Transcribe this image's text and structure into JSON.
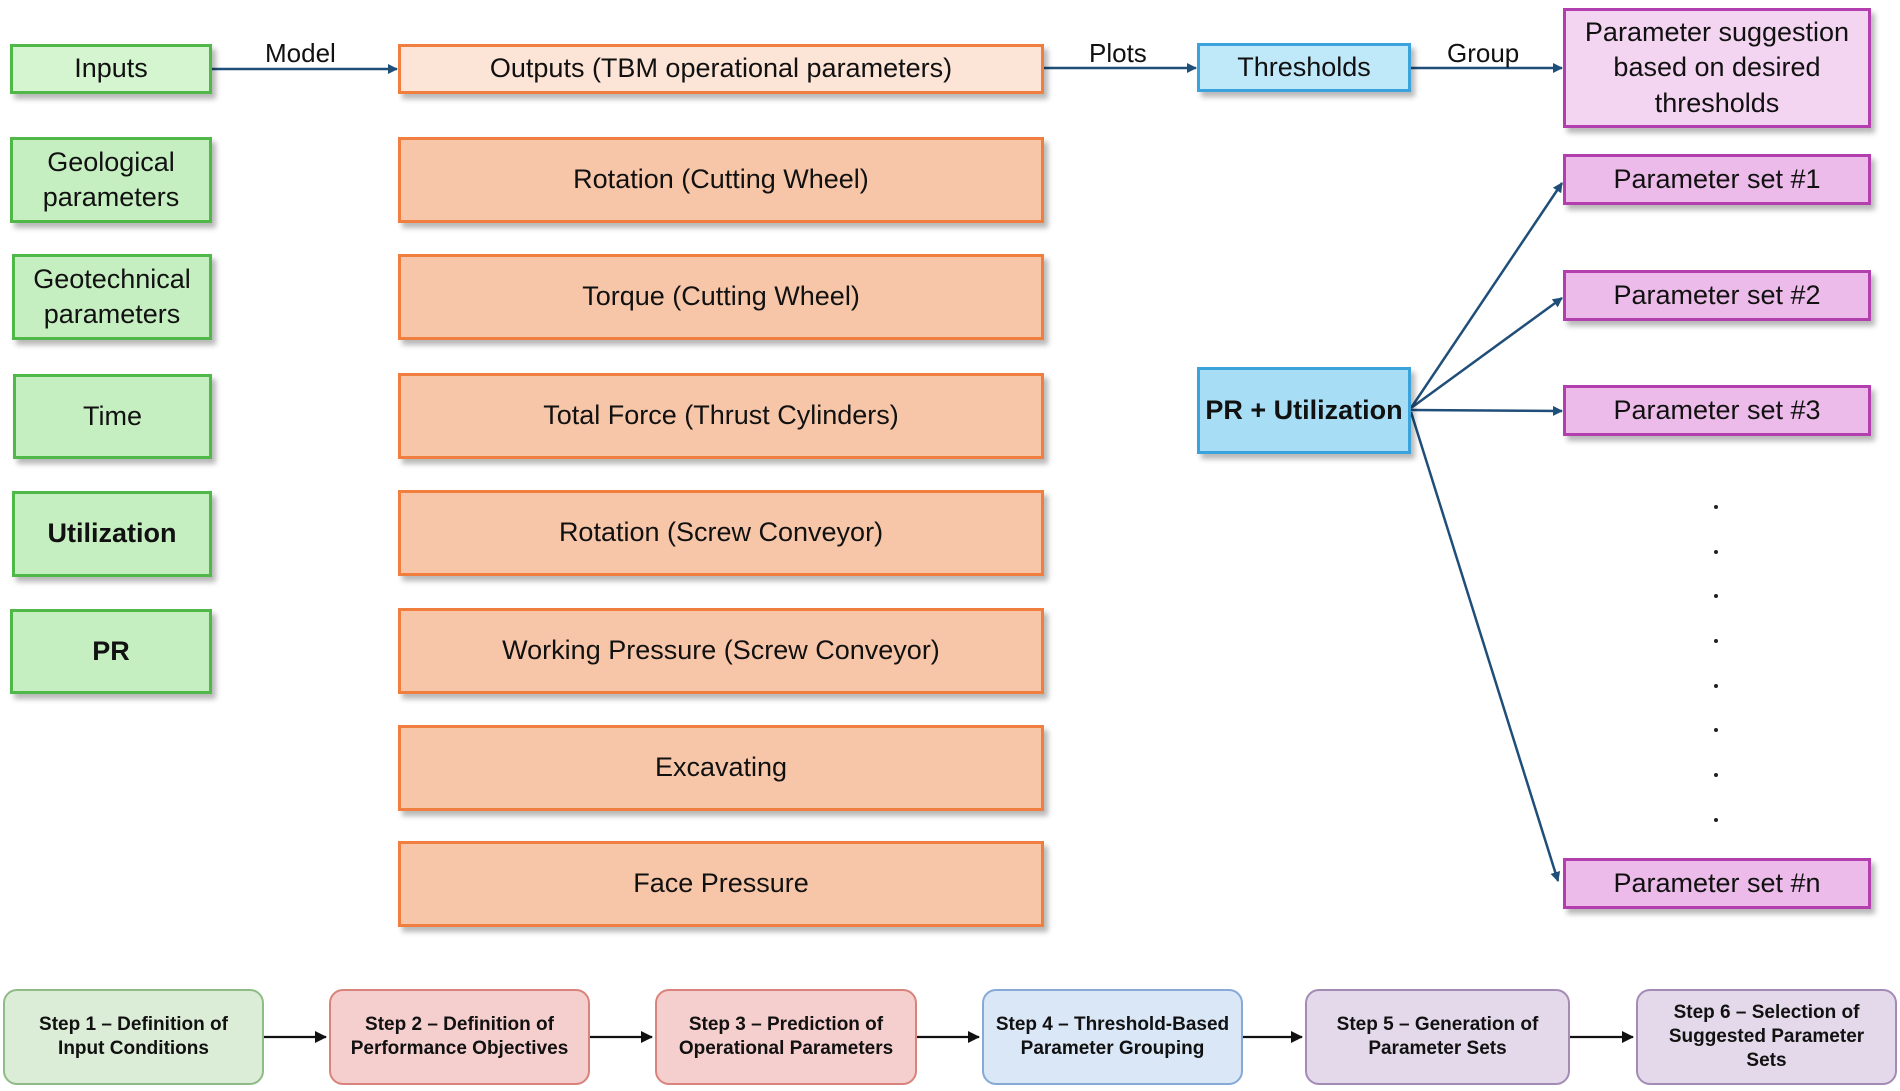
{
  "header": {
    "inputs": "Inputs",
    "model_label": "Model",
    "outputs": "Outputs (TBM operational parameters)",
    "plots_label": "Plots",
    "thresholds": "Thresholds",
    "group_label": "Group",
    "suggestion": "Parameter suggestion based on desired thresholds"
  },
  "inputs": [
    "Geological parameters",
    "Geotechnical parameters",
    "Time",
    "Utilization",
    "PR"
  ],
  "outputs": [
    "Rotation (Cutting Wheel)",
    "Torque (Cutting Wheel)",
    "Total Force (Thrust Cylinders)",
    "Rotation (Screw Conveyor)",
    "Working Pressure (Screw Conveyor)",
    "Excavating",
    "Face Pressure"
  ],
  "pr_utilization": "PR + Utilization",
  "parameter_sets": [
    "Parameter set #1",
    "Parameter set #2",
    "Parameter set #3",
    "Parameter set #n"
  ],
  "steps": [
    "Step 1 – Definition of Input Conditions",
    "Step 2 – Definition of Performance Objectives",
    "Step 3 – Prediction of Operational Parameters",
    "Step 4 – Threshold-Based Parameter Grouping",
    "Step 5 – Generation of Parameter Sets",
    "Step 6 – Selection of Suggested Parameter Sets"
  ],
  "colors": {
    "input_border": "#4fb848",
    "output_border": "#ef7e3f",
    "threshold_border": "#3aa3dc",
    "set_border": "#b33fae",
    "arrow": "#1f4e79"
  }
}
